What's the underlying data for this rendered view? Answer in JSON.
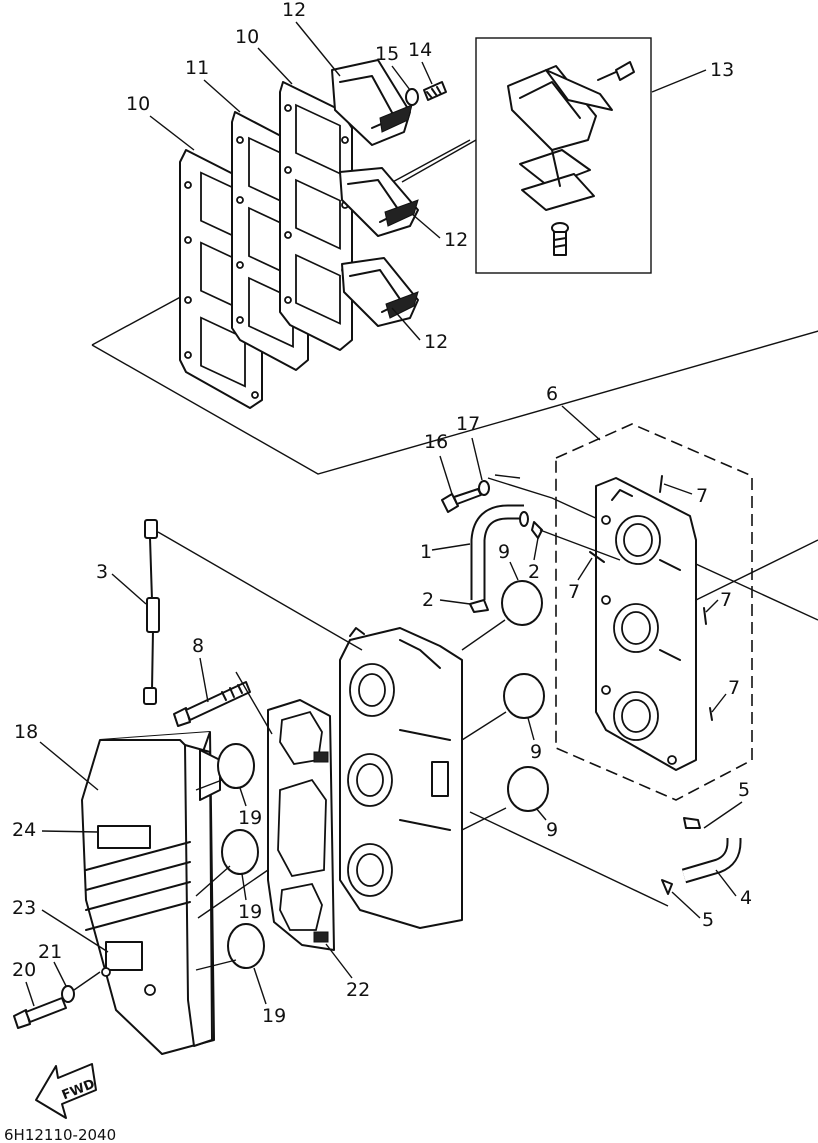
{
  "diagram_code": "6H12110-2040",
  "direction_label": "FWD",
  "callouts": {
    "c1": "1",
    "c2a": "2",
    "c2b": "2",
    "c3": "3",
    "c4": "4",
    "c5a": "5",
    "c5b": "5",
    "c6": "6",
    "c7a": "7",
    "c7b": "7",
    "c7c": "7",
    "c7d": "7",
    "c8": "8",
    "c9a": "9",
    "c9b": "9",
    "c9c": "9",
    "c10a": "10",
    "c10b": "10",
    "c11": "11",
    "c12a": "12",
    "c12b": "12",
    "c12c": "12",
    "c13": "13",
    "c14": "14",
    "c15": "15",
    "c16": "16",
    "c17": "17",
    "c18": "18",
    "c19a": "19",
    "c19b": "19",
    "c19c": "19",
    "c20": "20",
    "c21": "21",
    "c22": "22",
    "c23": "23",
    "c24": "24"
  }
}
